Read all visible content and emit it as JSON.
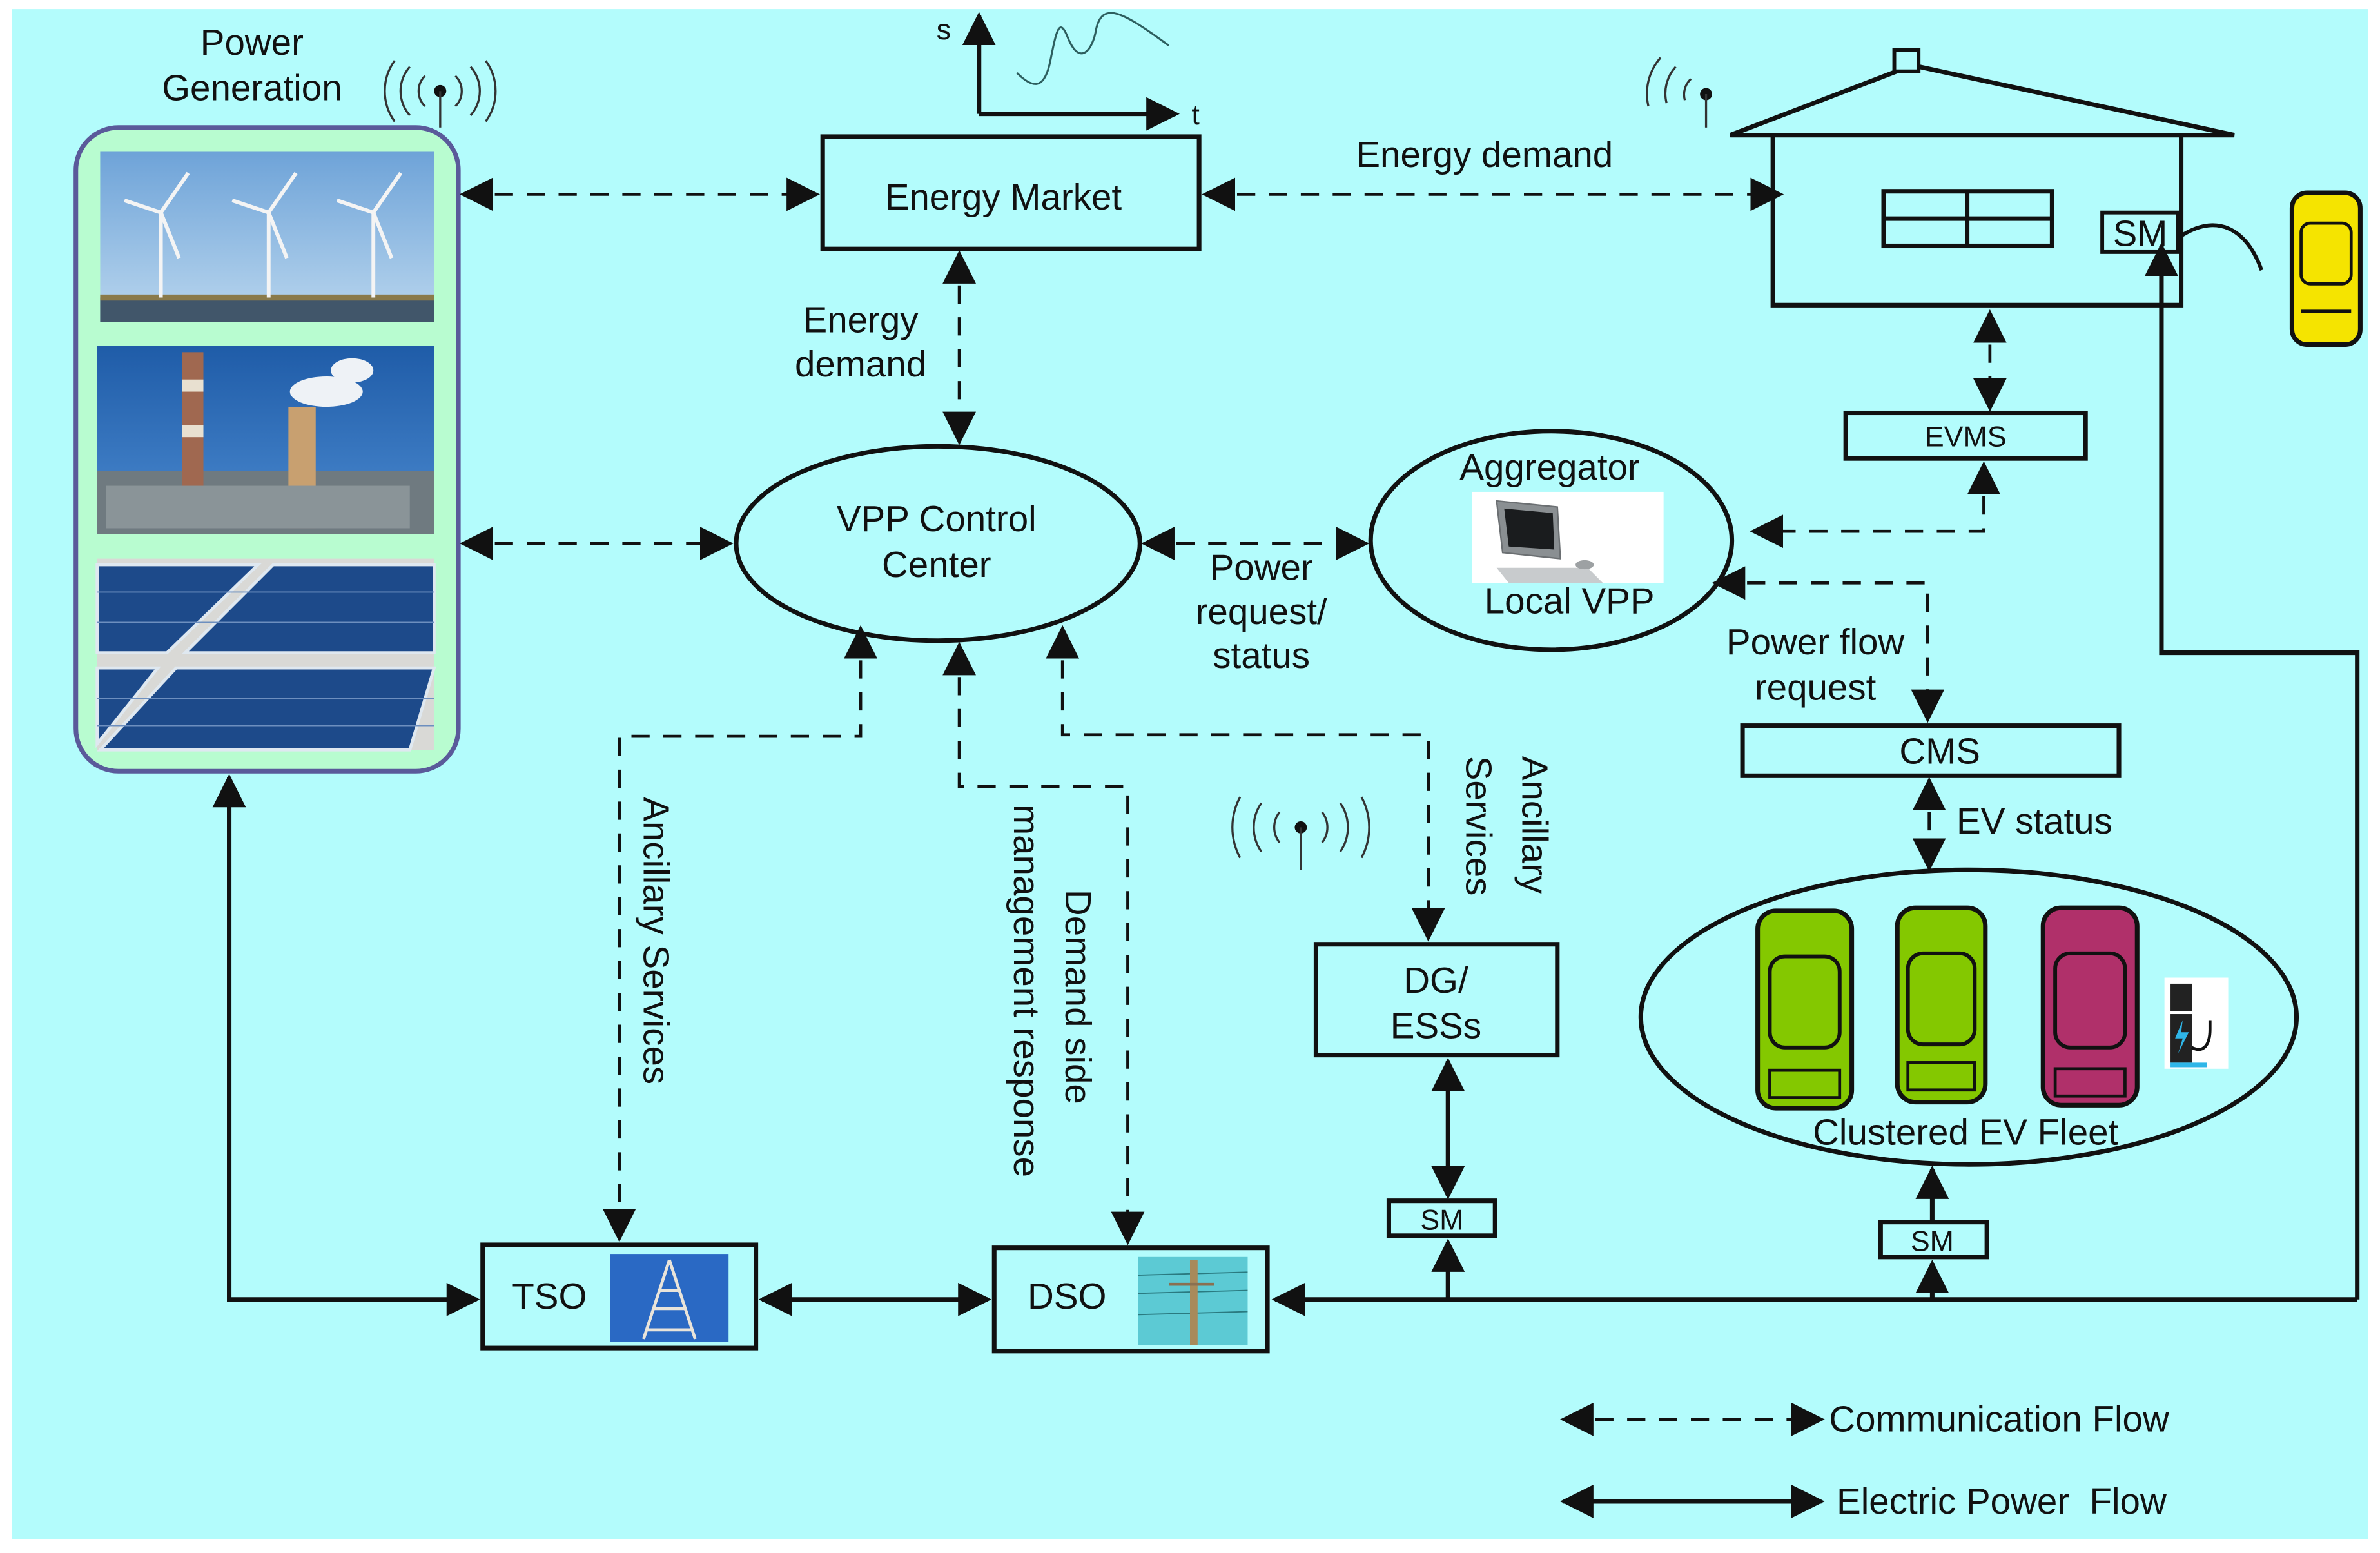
{
  "diagram": {
    "title_hint": "Virtual Power Plant architecture",
    "colors": {
      "background": "#b3fcfc",
      "panel": "#b8fcd0",
      "panel_border": "#5a5a9a",
      "ev_green": "#84c800",
      "ev_magenta": "#b0306a",
      "ev_yellow": "#f5e400",
      "line": "#111111"
    },
    "power_generation": {
      "label_line1": "Power",
      "label_line2": "Generation",
      "sources": [
        "wind-farm",
        "thermal-power-plant",
        "solar-panels"
      ]
    },
    "signal_chart": {
      "y_axis": "s",
      "x_axis": "t"
    },
    "energy_market": {
      "label": "Energy Market"
    },
    "vpp_control": {
      "line1": "VPP Control",
      "line2": "Center"
    },
    "aggregator": {
      "top": "Aggregator",
      "bottom": "Local VPP"
    },
    "house": {
      "smart_meter": "SM"
    },
    "evms": {
      "label": "EVMS"
    },
    "cms": {
      "label": "CMS"
    },
    "ev_fleet": {
      "label": "Clustered EV Fleet",
      "cars": [
        "green",
        "green",
        "magenta"
      ]
    },
    "dg_ess": {
      "line1": "DG/",
      "line2": "ESSs"
    },
    "tso": {
      "label": "TSO"
    },
    "dso": {
      "label": "DSO"
    },
    "smart_meters": {
      "dg": "SM",
      "fleet": "SM"
    },
    "flow_labels": {
      "energy_demand_top": "Energy demand",
      "energy_demand_mid_1": "Energy",
      "energy_demand_mid_2": "demand",
      "power_request_1": "Power",
      "power_request_2": "request/",
      "power_request_3": "status",
      "power_flow_request_1": "Power flow",
      "power_flow_request_2": "request",
      "ev_status": "EV status",
      "ancillary_tso": "Ancillary Services",
      "dsm_1": "Demand side",
      "dsm_2": "management response",
      "ancillary_dg_1": "Ancillary",
      "ancillary_dg_2": "Services"
    },
    "legend": {
      "communication": "Communication Flow",
      "electric": "Electric Power  Flow"
    }
  }
}
